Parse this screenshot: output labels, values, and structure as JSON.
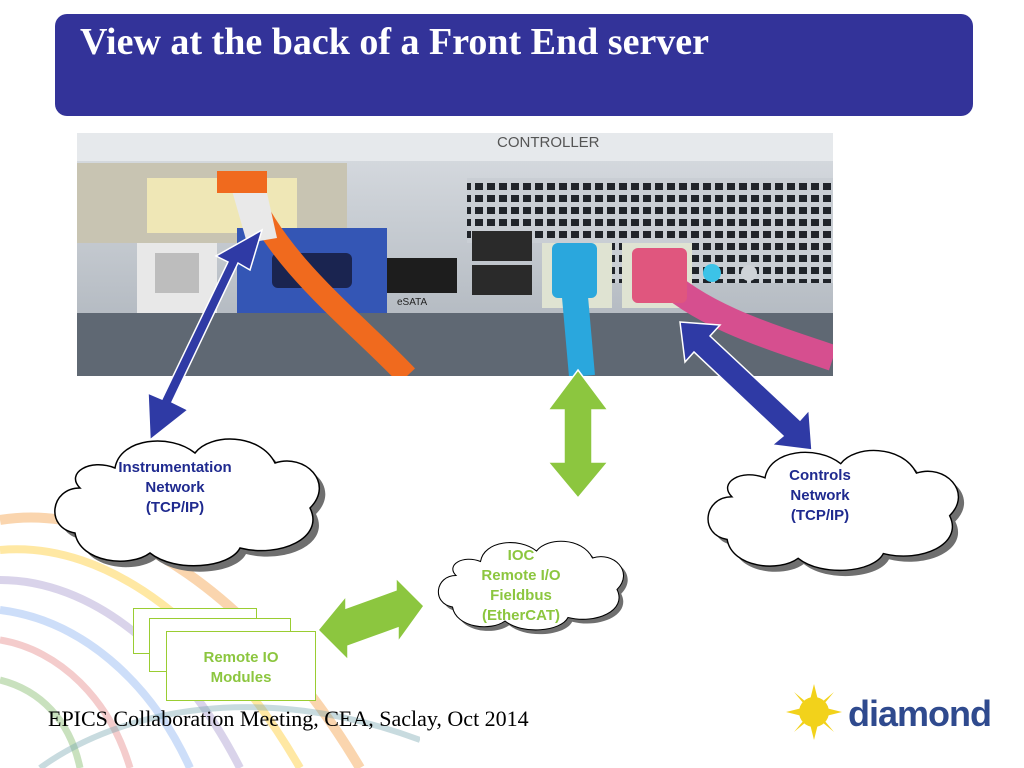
{
  "slide": {
    "title": "View at the back of a Front End server",
    "footer": "EPICS Collaboration Meeting, CEA, Saclay, Oct 2014",
    "logo_text": "diamond"
  },
  "photo": {
    "controller_label": "CONTROLLER",
    "esata_label": "eSATA"
  },
  "bubbles": {
    "instrumentation": [
      "Instrumentation",
      "Network",
      "(TCP/IP)"
    ],
    "controls": [
      "Controls",
      "Network",
      "(TCP/IP)"
    ],
    "ioc": [
      "IOC",
      "Remote I/O",
      "Fieldbus",
      "(EtherCAT)"
    ]
  },
  "modules": {
    "label": [
      "Remote IO",
      "Modules"
    ]
  },
  "colors": {
    "title_bar": "#333399",
    "blue_arrow": "#2f3aa5",
    "green_arrow": "#8cc63f",
    "blue_text": "#1f2a8f",
    "green_text": "#8cc63f"
  }
}
